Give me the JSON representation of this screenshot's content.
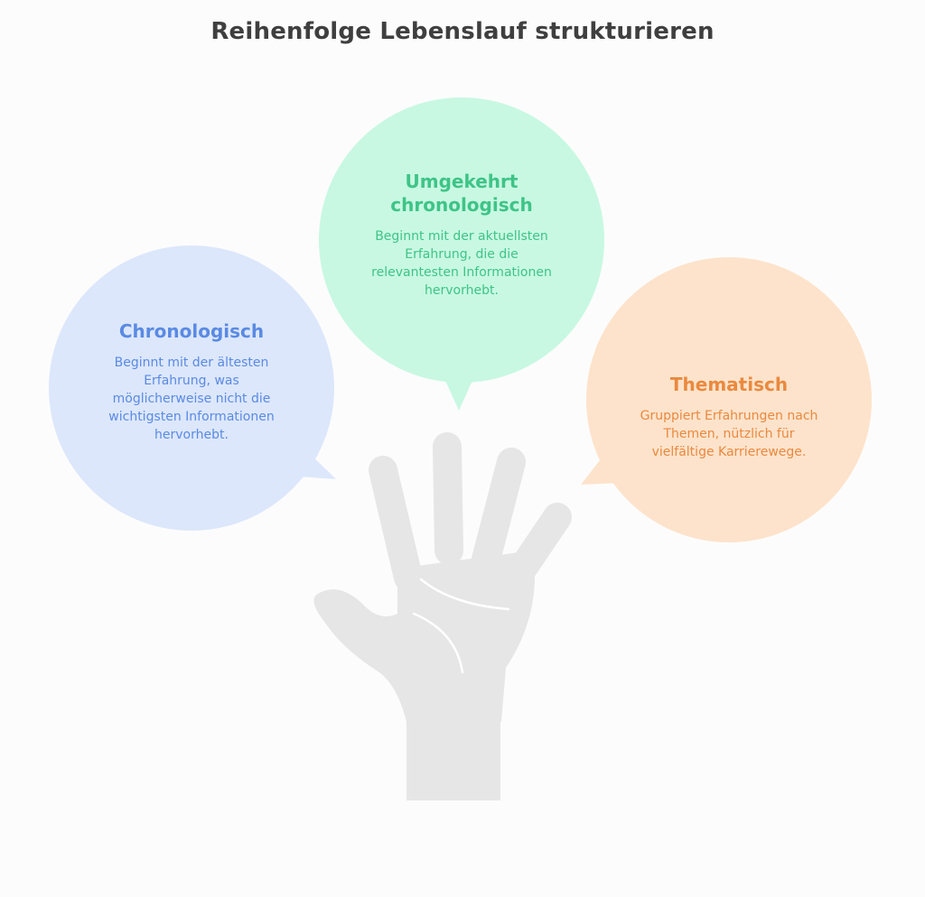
{
  "title": "Reihenfolge Lebenslauf strukturieren",
  "colors": {
    "blue_fill": "#dce7fb",
    "blue_text": "#5a8ae3",
    "green_fill": "#c8f8e2",
    "green_text": "#3ec487",
    "orange_fill": "#fde3cb",
    "orange_text": "#e9893f",
    "hand": "#e6e6e6"
  },
  "bubbles": {
    "left": {
      "title": "Chronologisch",
      "description": "Beginnt mit der ältesten Erfahrung, was möglicherweise nicht die wichtigsten Informationen hervorhebt."
    },
    "middle": {
      "title": "Umgekehrt chronologisch",
      "description": "Beginnt mit der aktuellsten Erfahrung, die die relevantesten Informationen hervorhebt."
    },
    "right": {
      "title": "Thematisch",
      "description": "Gruppiert Erfahrungen nach Themen, nützlich für vielfältige Karrierewege."
    }
  },
  "icons": [
    "hand-icon",
    "speech-bubble-icon"
  ]
}
